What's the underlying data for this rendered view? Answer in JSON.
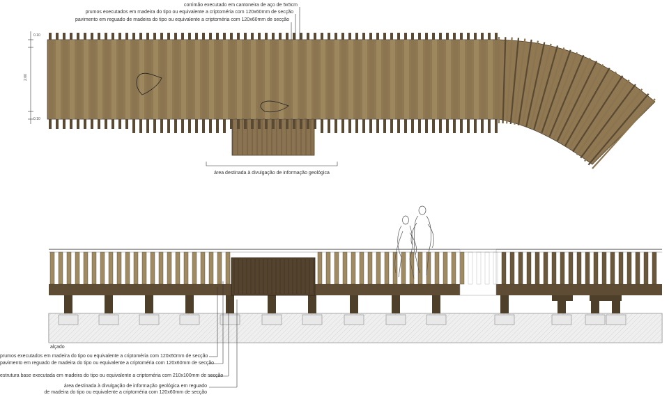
{
  "plan": {
    "callouts": [
      "corrimão executado em cantoneira de aço de 5x5cm",
      "prumos executados em madeira do tipo ou equivalente a criptoméria com 120x60mm de secção",
      "pavimento em reguado de madeira do tipo ou equivalente a criptoméria com 120x60mm de secção"
    ],
    "area_label": "área destinada à divulgação de informação geológica",
    "dims": [
      "0.10",
      "2.00",
      "0.10"
    ]
  },
  "elevation": {
    "title": "alçado",
    "callouts": [
      "prumos executados em madeira do tipo ou equivalente a criptoméria com 120x60mm de secção",
      "pavimento em reguado de madeira do tipo ou equivalente a criptoméria com 120x60mm de secção",
      "estrutura base executada em madeira do tipo ou equivalente a criptoméria com 210x100mm de secção",
      "área destinada à divulgação de informação geológica em reguado",
      "de madeira do tipo ou equivalente a criptoméria com 120x60mm de secção"
    ]
  },
  "colors": {
    "wood": "#8b7450",
    "wood_light": "#a08a62",
    "wood_dark": "#5a4a33",
    "ground": "#d9d9d9",
    "line": "#333333"
  }
}
